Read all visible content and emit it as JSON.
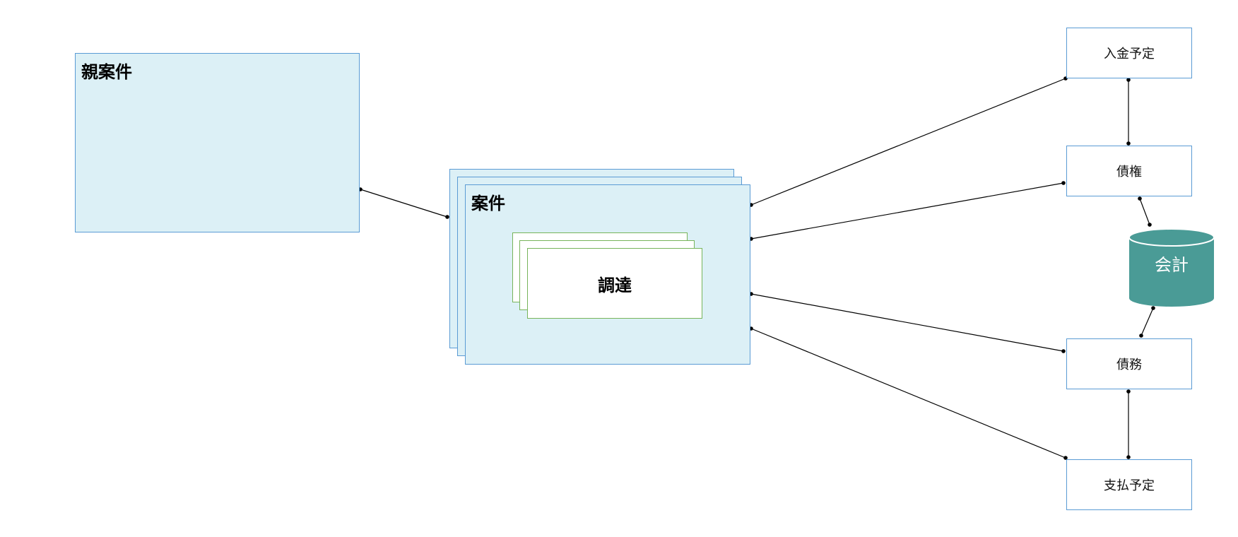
{
  "diagram": {
    "parent_case": {
      "label": "親案件"
    },
    "case": {
      "label": "案件"
    },
    "procurement": {
      "label": "調達"
    },
    "nodes": {
      "planned_receipt": {
        "label": "入金予定"
      },
      "receivable": {
        "label": "債権"
      },
      "accounting": {
        "label": "会計"
      },
      "payable": {
        "label": "債務"
      },
      "planned_payment": {
        "label": "支払予定"
      }
    },
    "colors": {
      "container_fill": "#dcf0f6",
      "container_border": "#5a9bd4",
      "procurement_border": "#77b45a",
      "accounting_fill": "#4a9b96",
      "connector": "#000000"
    }
  }
}
